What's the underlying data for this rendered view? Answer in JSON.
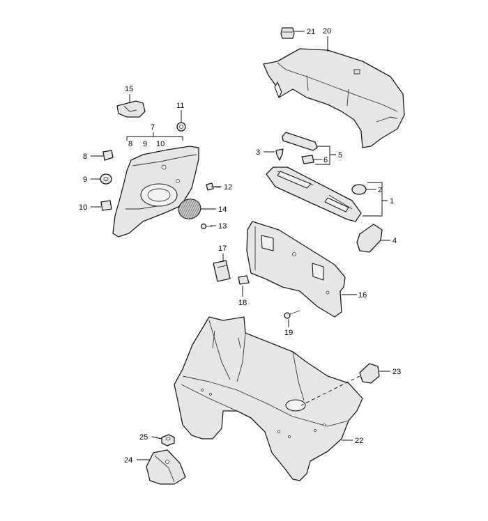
{
  "callouts": {
    "c1": "1",
    "c2": "2",
    "c3": "3",
    "c4": "4",
    "c5": "5",
    "c6": "6",
    "c7": "7",
    "c8": "8",
    "c9": "9",
    "c10": "10",
    "c8b": "8",
    "c9b": "9",
    "c10b": "10",
    "c11": "11",
    "c12": "12",
    "c13": "13",
    "c14": "14",
    "c15": "15",
    "c16": "16",
    "c17": "17",
    "c18": "18",
    "c19": "19",
    "c20": "20",
    "c21": "21",
    "c22": "22",
    "c23": "23",
    "c24": "24",
    "c25": "25"
  },
  "colors": {
    "line": "#1a1a1a",
    "fill": "#e6e6e6",
    "background": "#ffffff"
  }
}
